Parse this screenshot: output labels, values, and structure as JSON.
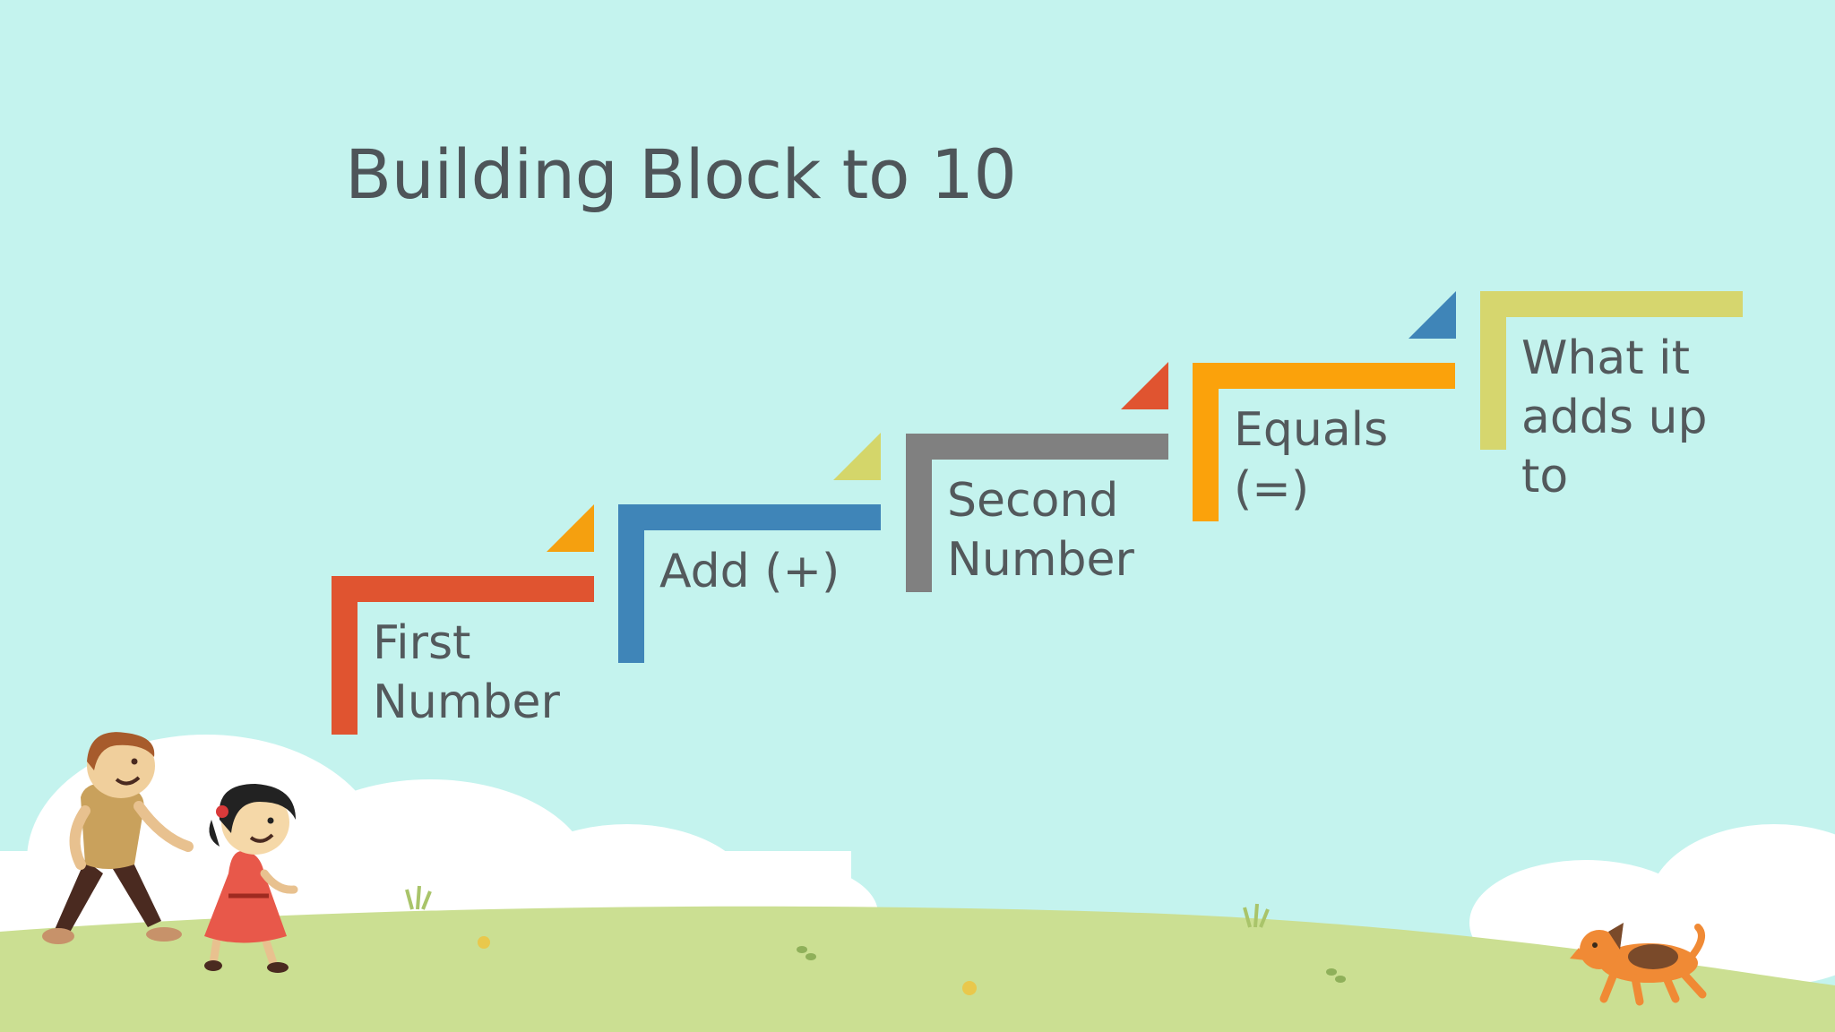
{
  "title": "Building Block to 10",
  "steps": [
    {
      "label_lines": [
        "First",
        "Number"
      ],
      "color": "#e05430",
      "accent_color": "#f5a00f"
    },
    {
      "label_lines": [
        "Add (+)"
      ],
      "color": "#3f85b8",
      "accent_color": "#d4d66a"
    },
    {
      "label_lines": [
        "Second",
        "Number"
      ],
      "color": "#808080",
      "accent_color": "#e05430"
    },
    {
      "label_lines": [
        "Equals",
        "(=)"
      ],
      "color": "#fba20b",
      "accent_color": "#3f85b8"
    },
    {
      "label_lines": [
        "What it",
        "adds up",
        "to"
      ],
      "color": "#d6d66e",
      "accent_color": null
    }
  ],
  "colors": {
    "background": "#c4f3ee",
    "grass": "#cbdf92",
    "cloud": "#ffffff",
    "text": "#4e5559"
  },
  "illustration": {
    "characters": [
      "boy-icon",
      "girl-icon",
      "dog-icon"
    ]
  }
}
